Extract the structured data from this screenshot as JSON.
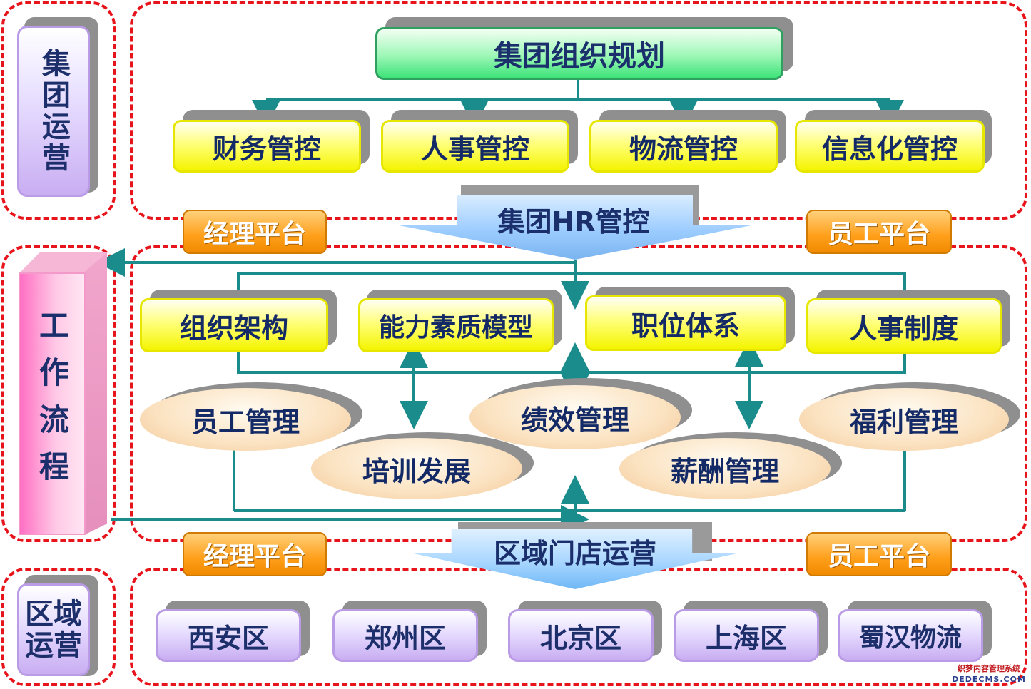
{
  "left_labels": {
    "group_ops": "集团运营",
    "workflow": "工作流程",
    "regional_line1": "区域",
    "regional_line2": "运营"
  },
  "top": {
    "root": "集团组织规划",
    "controls": [
      "财务管控",
      "人事管控",
      "物流管控",
      "信息化管控"
    ]
  },
  "arrows": {
    "hr_control": "集团HR管控",
    "regional_store": "区域门店运营"
  },
  "platforms": {
    "manager": "经理平台",
    "employee": "员工平台"
  },
  "middle": {
    "foundations": [
      "组织架构",
      "能力素质模型",
      "职位体系",
      "人事制度"
    ],
    "employee_mgmt": "员工管理",
    "performance_mgmt": "绩效管理",
    "benefits_mgmt": "福利管理",
    "training_dev": "培训发展",
    "compensation_mgmt": "薪酬管理"
  },
  "regions": [
    "西安区",
    "郑州区",
    "北京区",
    "上海区",
    "蜀汉物流"
  ],
  "watermark": {
    "line1": "织梦内容管理系统",
    "line2": "DEDECMS.COM"
  },
  "colors": {
    "dash_red": "#e8141b",
    "connector_teal": "#1a8c8c",
    "text_navy": "#132a66",
    "orange": "#ff9f1a"
  }
}
